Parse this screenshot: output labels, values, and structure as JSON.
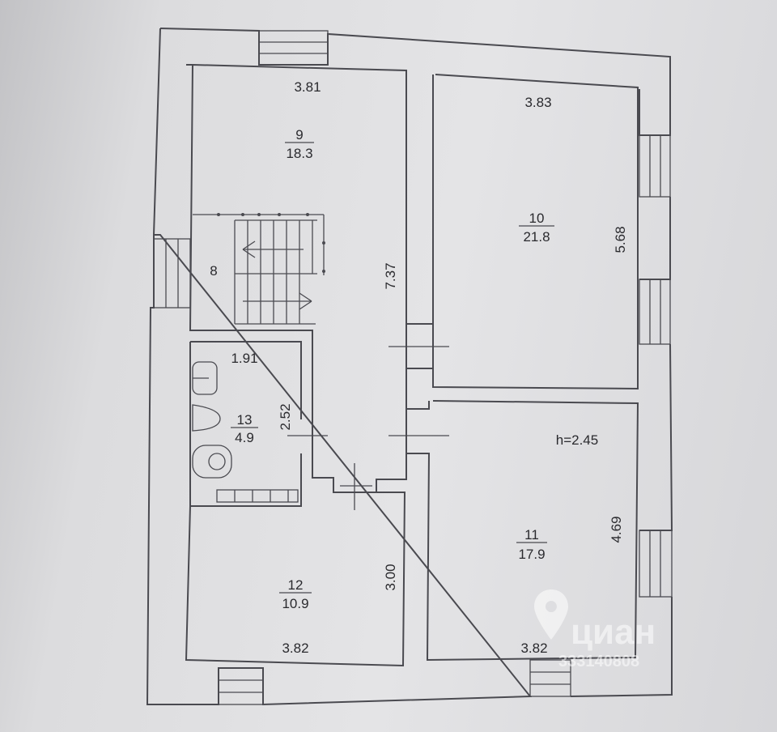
{
  "rooms": {
    "r9": {
      "number": "9",
      "area": "18.3",
      "width": "3.81"
    },
    "r10": {
      "number": "10",
      "area": "21.8",
      "width": "3.83",
      "height": "5.68"
    },
    "r8": {
      "number": "8"
    },
    "r13": {
      "number": "13",
      "area": "4.9",
      "width": "1.91",
      "height": "2.52"
    },
    "r11": {
      "number": "11",
      "area": "17.9",
      "width": "3.82",
      "height": "4.69"
    },
    "r12": {
      "number": "12",
      "area": "10.9",
      "width": "3.82",
      "height": "3.00"
    }
  },
  "corridor": {
    "length": "7.37"
  },
  "ceiling": {
    "label": "h=2.45"
  },
  "watermark": {
    "brand": "циан",
    "id": "333140808"
  },
  "colors": {
    "line": "#4a4a50",
    "text": "#2a2a2e",
    "paper": "#e4e4e6"
  }
}
